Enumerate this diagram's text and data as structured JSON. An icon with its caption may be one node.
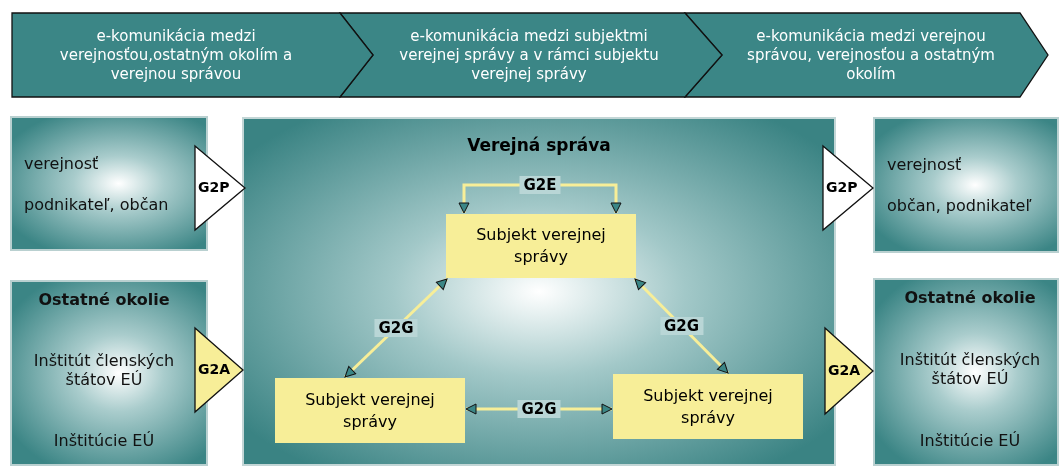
{
  "diagram": {
    "nodes": [
      {
        "text": [
          "e-komunikácia medzi verejnosťou,ostatným okolím a verejnou správou"
        ]
      },
      {
        "text": [
          "e-komunikácia medzi subjektmi verejnej správy a v rámci subjektu verejnej správy"
        ]
      },
      {
        "text": [
          "e-komunikácia medzi verejnou správou, verejnosťou a ostatným okolím"
        ]
      },
      {
        "text": [
          "verejnosť",
          "podnikateľ, občan"
        ]
      },
      {
        "text": [
          "Ostatné okolie",
          "Inštitút členských štátov EÚ",
          "Inštitúcie EÚ"
        ]
      },
      {
        "text": [
          "G2P"
        ]
      },
      {
        "text": [
          "G2A"
        ]
      },
      {
        "text": [
          "Verejná správa"
        ]
      },
      {
        "text": [
          "Subjekt verejnej správy"
        ],
        "in": 7
      },
      {
        "text": [
          "Subjekt verejnej správy"
        ],
        "in": 7
      },
      {
        "text": [
          "Subjekt verejnej správy"
        ],
        "in": 7
      },
      {
        "text": [
          "G2P"
        ]
      },
      {
        "text": [
          "G2A"
        ]
      },
      {
        "text": [
          "verejnosť",
          "občan, podnikateľ"
        ]
      },
      {
        "text": [
          "Ostatné okolie",
          "Inštitút členských štátov EÚ",
          "Inštitúcie EÚ"
        ]
      }
    ],
    "edges": [
      {
        "from": 8,
        "to": 8,
        "arrow": "both",
        "label": "G2E"
      },
      {
        "from": 8,
        "to": 9,
        "arrow": "both",
        "label": "G2G"
      },
      {
        "from": 8,
        "to": 10,
        "arrow": "both",
        "label": "G2G"
      },
      {
        "from": 9,
        "to": 10,
        "arrow": "both",
        "label": "G2G"
      }
    ]
  }
}
